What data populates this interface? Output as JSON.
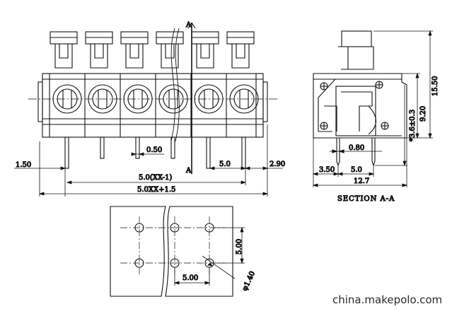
{
  "drawing": {
    "front_view": {
      "section_marker_top": "A",
      "section_marker_bottom": "A",
      "dim_pin_offset": "1.50",
      "dim_pin_width": "0.50",
      "dim_pitch": "5.0",
      "dim_edge": "2.90",
      "dim_pin_span": "5.0(XX-1)",
      "dim_total": "5.0XX+1.5"
    },
    "side_view": {
      "dim_height_total": "15.50",
      "dim_height_body": "9.20",
      "dim_pin_length": "*3.6±0.3",
      "dim_pin_width": "0.80",
      "dim_left": "3.50",
      "dim_pin_pitch": "5.0",
      "dim_width": "12.7",
      "section_label": "SECTION A-A"
    },
    "pcb_layout": {
      "dim_row_pitch": "5.00",
      "dim_col_pitch": "5.00",
      "dim_hole": "φ1.40"
    }
  },
  "watermark": "china.makepolo.com"
}
